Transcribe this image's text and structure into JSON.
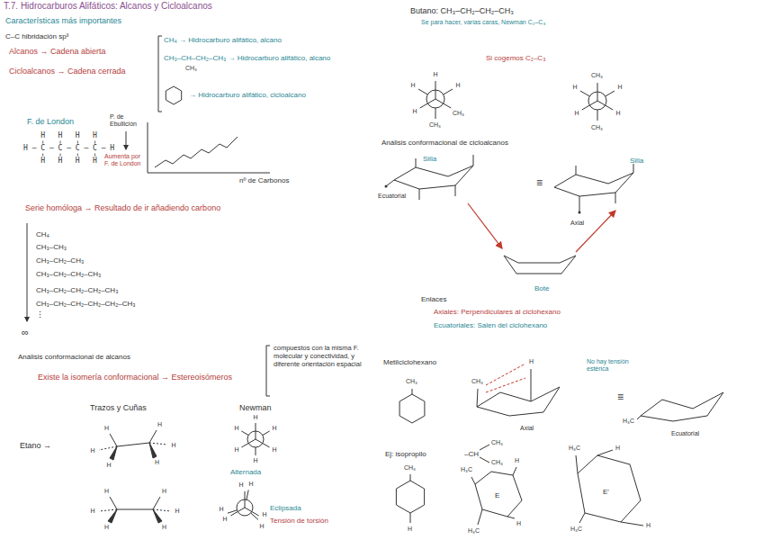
{
  "diagram": {
    "title": "T.7. Hidrocarburos Alifáticos: Alcanos y Cicloalcanos",
    "labels": [
      "Características más importantes",
      "C–C hibridación sp³",
      "Alcanos → Cadena abierta",
      "Cicloalcanos → Cadena cerrada",
      "CH₄ → Hidrocarburo alifático, alcano",
      "CH₃–CH–CH₂–CH₃ → Hidrocarburo alifático, alcano",
      "CH₃",
      "→ Hidrocarburo alifático, cicloalcano",
      "F. de London",
      "P. de Ebullición",
      "    H   H   H   H",
      "H – C – C – C – C – H",
      "    H   H   H   H",
      "Aumenta por F. de London",
      "nº de Carbonos",
      "Serie homóloga → Resultado de ir añadiendo carbono",
      "CH₄",
      "CH₃–CH₃",
      "CH₃–CH₂–CH₃",
      "CH₃–CH₂–CH₂–CH₃",
      "CH₃–CH₂–CH₂–CH₂–CH₃",
      "CH₃–CH₂–CH₂–CH₂–CH₂–CH₃",
      "⋮",
      "∞",
      "Análisis conformacional de alcanos",
      "Existe la isomería conformacional → Estereoisómeros",
      "compuestos con la misma F. molecular y conectividad, y diferente orientación espacial",
      "Trazos y Cuñas",
      "Newman",
      "Etano →",
      "Alternada",
      "Eclipsada",
      "Tensión de torsión",
      "H",
      "H",
      "H",
      "H",
      "H",
      "H",
      "H",
      "H",
      "H",
      "H",
      "H",
      "H",
      "H",
      "H",
      "H",
      "H",
      "H",
      "H",
      "H",
      "H",
      "H",
      "H",
      "H",
      "H",
      "Butano: CH₃–CH₂–CH₂–CH₃",
      "Se para hacer, varias caras, Newman C₂–C₃",
      "H",
      "H",
      "CH₃",
      "H",
      "H",
      "CH₃",
      "Si cogemos C₂–C₃",
      "CH₃",
      "H",
      "H",
      "H",
      "H",
      "CH₃",
      "Análisis conformacional de cicloalcanos",
      "Silla",
      "Ecuatorial",
      "≡",
      "Silla",
      "Axial",
      "Bote",
      "Enlaces",
      "Axiales: Perpendiculares al ciclohexano",
      "Ecuatoriales: Salen del ciclohexano",
      "Metilciclohexano",
      "CH₃",
      "CH₃",
      "H",
      "Axial",
      "No hay tensión estérica",
      "≡",
      "H₃C",
      "Ecuatorial",
      "Ej: isopropilo",
      "–CH",
      "CH₃",
      "CH₃",
      "CH₃",
      "H",
      "H₃C",
      "H",
      "E",
      "H",
      "H₃C",
      "H₃C",
      "H",
      "E'",
      "H",
      "H₃C"
    ]
  }
}
